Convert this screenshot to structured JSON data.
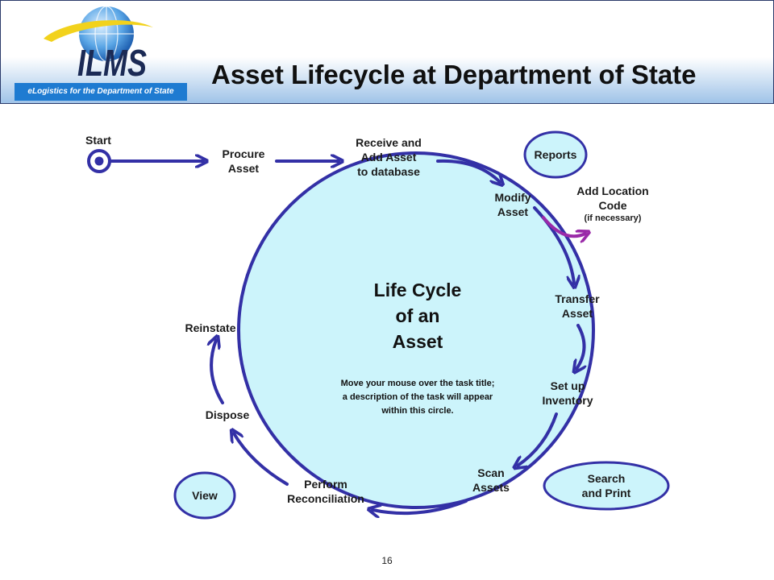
{
  "header": {
    "logo_text": "ILMS",
    "tagline": "eLogistics for the Department of State",
    "title": "Asset Lifecycle at Department of State"
  },
  "diagram": {
    "center": {
      "title_lines": [
        "Life Cycle",
        "of an",
        "Asset"
      ],
      "description_lines": [
        "Move your mouse over the task title;",
        "a description of the task will appear",
        "within this circle."
      ]
    },
    "steps": {
      "start": "Start",
      "procure": [
        "Procure",
        "Asset"
      ],
      "receive": [
        "Receive and",
        "Add Asset",
        "to database"
      ],
      "modify": [
        "Modify",
        "Asset"
      ],
      "add_location": [
        "Add Location",
        "Code"
      ],
      "add_location_note": "(if necessary)",
      "transfer": [
        "Transfer",
        "Asset"
      ],
      "setup": [
        "Set up",
        "Inventory"
      ],
      "scan": [
        "Scan",
        "Assets"
      ],
      "reconcile": [
        "Perform",
        "Reconciliation"
      ],
      "dispose": "Dispose",
      "reinstate": "Reinstate"
    },
    "buttons": {
      "reports": "Reports",
      "search": [
        "Search",
        "and Print"
      ],
      "view": "View"
    },
    "colors": {
      "circle_fill": "#ccf4fb",
      "circle_stroke": "#3330a6",
      "arrow": "#3330a6",
      "optional_arrow": "#9a2aa8",
      "header_band": "#1e7bd1"
    }
  },
  "footer": {
    "page_number": "16"
  }
}
